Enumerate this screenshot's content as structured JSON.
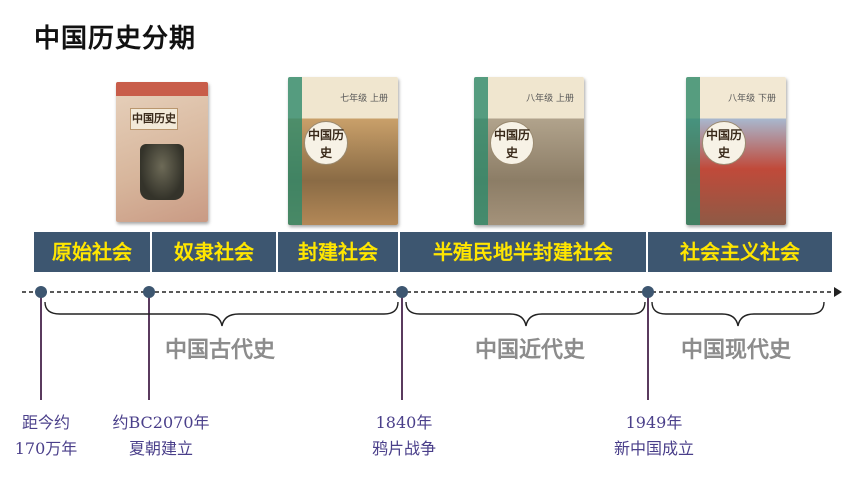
{
  "title": "中国历史分期",
  "books": [
    {
      "label": "中国历史",
      "grade": ""
    },
    {
      "label": "中国历史",
      "grade": "七年级 上册"
    },
    {
      "label": "中国历史",
      "grade": "八年级 上册"
    },
    {
      "label": "中国历史",
      "grade": "八年级 下册"
    }
  ],
  "stages": [
    "原始社会",
    "奴隶社会",
    "封建社会",
    "半殖民地半封建社会",
    "社会主义社会"
  ],
  "eras": [
    "中国古代史",
    "中国近代史",
    "中国现代史"
  ],
  "events": [
    {
      "line1": "距今约",
      "line2": "170万年"
    },
    {
      "line1": "约BC2070年",
      "line2": "夏朝建立"
    },
    {
      "line1": "1840年",
      "line2": "鸦片战争"
    },
    {
      "line1": "1949年",
      "line2": "新中国成立"
    }
  ],
  "colors": {
    "band": "#3d5670",
    "band_text": "#ffe600",
    "era_text": "#8c8c8c",
    "event_text": "#4a3f8a",
    "marker": "#3d5670",
    "connector": "#5a3a5e"
  }
}
